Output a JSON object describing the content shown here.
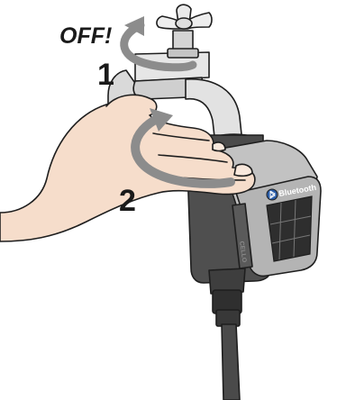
{
  "labels": {
    "off": "OFF!",
    "step_1": "1",
    "step_2": "2"
  },
  "device": {
    "brand_logo_text": "Bluetooth",
    "side_marking": "CELLO"
  },
  "icons": {
    "faucet": "faucet-icon",
    "hand": "hand-icon",
    "rotation_arrow_1": "rotate-arrow-icon",
    "rotation_arrow_2": "rotate-arrow-icon",
    "bluetooth": "bluetooth-icon",
    "solar_panel": "solar-panel-icon"
  },
  "colors": {
    "arrow_gray": "#8c8c8c",
    "metal_light": "#e6e6e6",
    "metal_mid": "#cfcfcf",
    "device_dark": "#4a4a4a",
    "device_silver": "#bdbdbd",
    "skin": "#f6ddcb",
    "outline": "#1e1e1e"
  }
}
